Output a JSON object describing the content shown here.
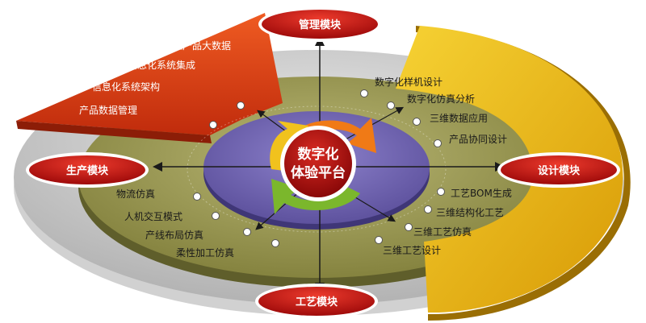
{
  "center": {
    "line1": "数字化",
    "line2": "体验平台"
  },
  "modules": {
    "top": "管理模块",
    "left": "生产模块",
    "right": "设计模块",
    "bottom": "工艺模块"
  },
  "groups": {
    "management": [
      "企业产品大数据",
      "信息化系统集成",
      "信息化系统架构",
      "产品数据管理"
    ],
    "design_upper": [
      "数字化样机设计",
      "数字化仿真分析",
      "三维数据应用",
      "产品协同设计"
    ],
    "design_lower": [
      "工艺BOM生成",
      "三维结构化工艺",
      "三维工艺仿真",
      "三维工艺设计"
    ],
    "production": [
      "物流仿真",
      "人机交互模式",
      "产线布局仿真",
      "柔性加工仿真"
    ]
  },
  "colors": {
    "management_sector": "#d83a12",
    "design_sector": "#eab10a",
    "olive_ring": "#9c9a55",
    "purple_ring": "#7266b4",
    "module_pill": "#c41414",
    "center_disc": "#b51414"
  }
}
